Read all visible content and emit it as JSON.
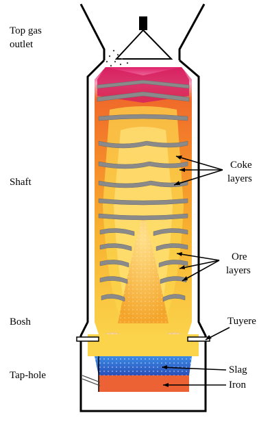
{
  "labels": {
    "top_gas_outlet_line1": "Top gas",
    "top_gas_outlet_line2": "outlet",
    "shaft": "Shaft",
    "bosh": "Bosh",
    "tap_hole": "Tap-hole",
    "coke_line1": "Coke",
    "coke_line2": "layers",
    "ore_line1": "Ore",
    "ore_line2": "layers",
    "tuyere": "Tuyere",
    "slag": "Slag",
    "iron": "Iron"
  },
  "colors": {
    "outline": "#000000",
    "coke_layer": "#8a8a8a",
    "ore_zone_top": "#c2185b",
    "ore_zone_mid": "#f47a20",
    "ore_zone_low": "#f9c12a",
    "cohesive_zone": "#ffe46a",
    "central_column": "#f5a623",
    "slag": "#2d6fd6",
    "iron": "#f26a3a",
    "raceway": "#f7e7b5"
  }
}
